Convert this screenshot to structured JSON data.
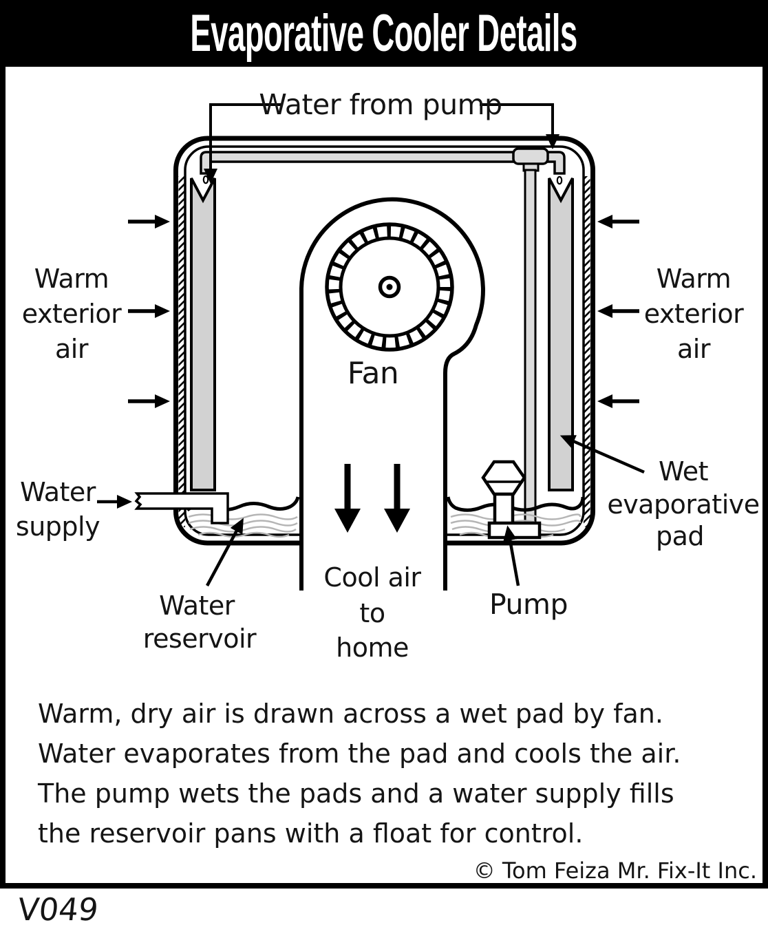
{
  "title": "Evaporative Cooler Details",
  "diagram": {
    "labels": {
      "water_from_pump": "Water from pump",
      "warm_left": [
        "Warm",
        "exterior",
        "air"
      ],
      "warm_right": [
        "Warm",
        "exterior",
        "air"
      ],
      "fan": "Fan",
      "water_supply": [
        "Water",
        "supply"
      ],
      "water_reservoir": [
        "Water",
        "reservoir"
      ],
      "cool_air": [
        "Cool air",
        "to",
        "home"
      ],
      "pump": "Pump",
      "wet_pad": [
        "Wet",
        "evaporative",
        "pad"
      ]
    },
    "colors": {
      "outline": "#000000",
      "background": "#ffffff",
      "title_bg": "#000000",
      "title_fg": "#ffffff",
      "pad_fill": "#d2d2d2",
      "pipe_fill": "#dcdcdc",
      "water_wave": "#b5b5b5"
    }
  },
  "caption": {
    "lines": [
      "Warm, dry air is drawn across a wet pad by fan.",
      "Water evaporates from the pad and cools the air.",
      "The pump wets the pads and a water supply fills",
      "the reservoir pans with a float for control."
    ]
  },
  "copyright": "© Tom Feiza Mr. Fix-It Inc.",
  "figure_id": "V049"
}
